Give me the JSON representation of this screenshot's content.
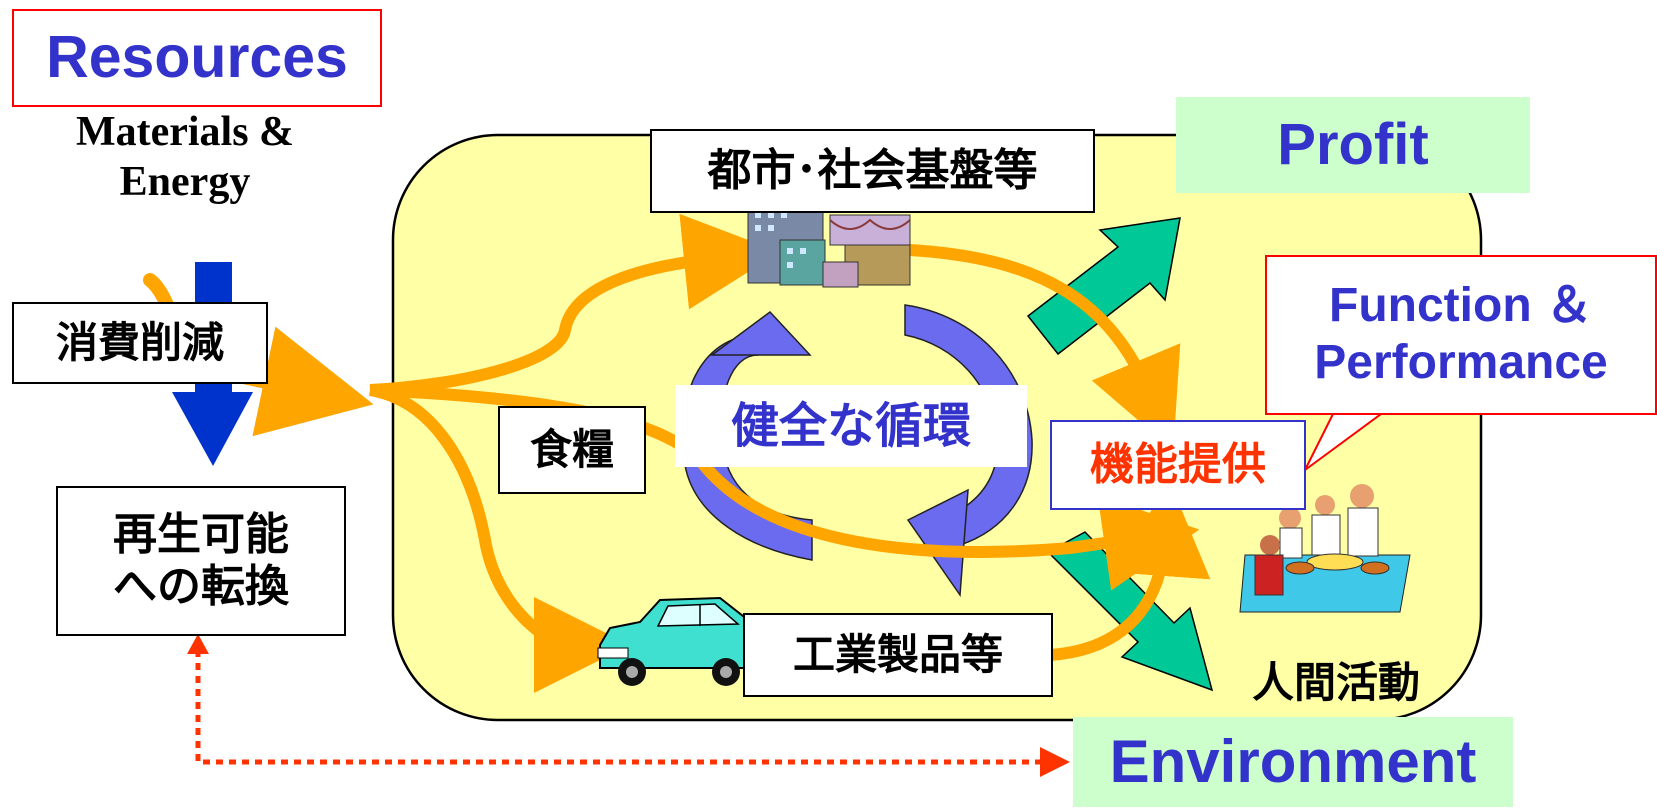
{
  "resources": {
    "title": "Resources",
    "subtitle": "Materials &\nEnergy"
  },
  "left": {
    "reduce_label": "消費削減",
    "renewable_label": "再生可能\nへの転換"
  },
  "center": {
    "infrastructure_label": "都市･社会基盤等",
    "food_label": "食糧",
    "cycle_label": "健全な循環",
    "products_label": "工業製品等"
  },
  "right": {
    "profit_label": "Profit",
    "function_label": "Function ＆\nPerformance",
    "function_provision_label": "機能提供",
    "human_activity_label": "人間活動",
    "environment_label": "Environment"
  },
  "colors": {
    "resource_blue": "#3333cc",
    "region_fill": "#ffffa6",
    "flow_orange": "#ffa500",
    "cycle_blue": "#6b6bf0",
    "green_arrow": "#00c896",
    "label_green": "#ccffcc",
    "red_border": "#ff0000",
    "dotted_red": "#ff3300",
    "down_arrow_blue": "#0033cc"
  },
  "icons": {
    "buildings": "city-buildings-icon",
    "car": "car-icon",
    "people": "people-eating-icon"
  }
}
